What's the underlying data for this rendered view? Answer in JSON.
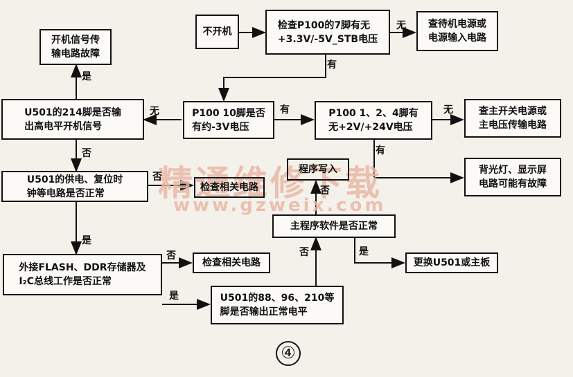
{
  "nodes": {
    "no_power": "不开机",
    "check_p100_pin7": "检查P100的7脚有无\n+3.3V/-5V_STB电压",
    "check_standby": "查待机电源或\n电源输入电路",
    "power_signal_fault": "开机信号传\n输电路故障",
    "u501_pin214": "U501的214脚是否输\n出高电平开机信号",
    "p100_pin10": "P100 10脚是否\n有约-3V电压",
    "p100_pins124": "P100  1、2、4脚有\n无+2V/+24V电压",
    "check_main_switch": "查主开关电源或\n主电压传输电路",
    "u501_supply": "U501的供电、复位时\n钟等电路是否正常",
    "check_related_1": "检查相关电路",
    "write_program": "程序写入",
    "backlight_fault": "背光灯、显示屏\n电路可能有故障",
    "main_program": "主程序软件是否正常",
    "external_flash": "外接FLASH、DDR存储器及\nI₂C总线工作是否正常",
    "check_related_2": "检查相关电路",
    "replace_u501": "更换U501或主板",
    "u501_pins": "U501的88、96、210等\n脚是否输出正常电平"
  },
  "edge_labels": {
    "no_1": "无",
    "has_1": "有",
    "yes_1": "是",
    "no_2": "无",
    "has_2": "有",
    "no_3": "无",
    "has_3": "有",
    "no_4": "否",
    "no_5": "否",
    "no_6": "否",
    "yes_2": "是",
    "no_7": "否",
    "yes_3": "是",
    "yes_4": "是",
    "no_8": "否"
  },
  "figure_number": "④",
  "watermark": {
    "line1": "精通维修下载",
    "line2": "www.gzweix.com"
  }
}
